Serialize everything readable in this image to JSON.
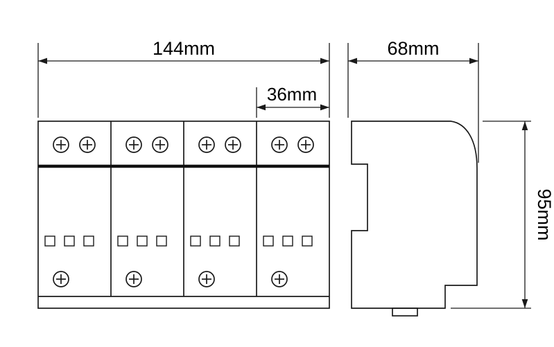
{
  "drawing": {
    "kind": "technical-dimension-drawing",
    "front_view": {
      "overall_width_label": "144mm",
      "module_width_label": "36mm",
      "module_count": 4,
      "top_screw_terminals_per_module": 2,
      "bottom_screw_terminals_per_module": 1,
      "indicator_windows_per_module": 3
    },
    "side_view": {
      "depth_label": "68mm",
      "height_label": "95mm"
    },
    "colors": {
      "line": "#1a1a1a",
      "background": "#ffffff"
    }
  }
}
